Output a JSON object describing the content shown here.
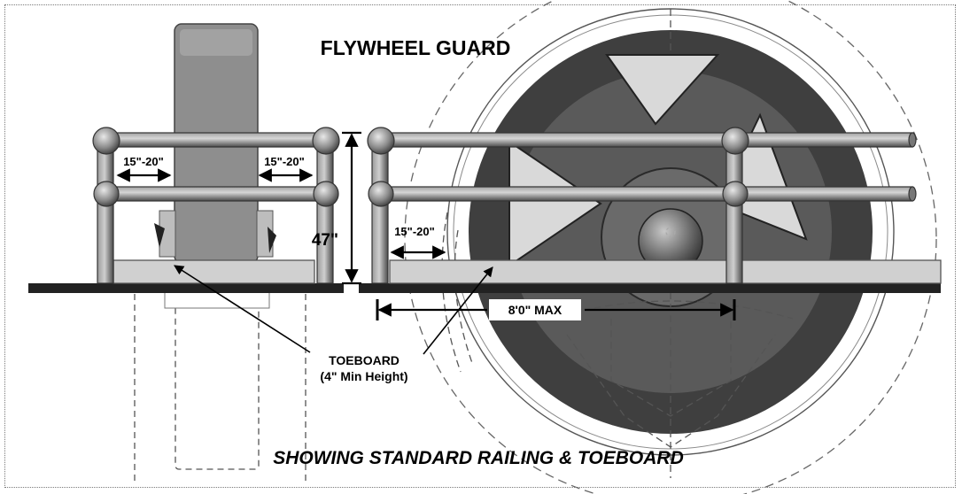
{
  "title": "FLYWHEEL GUARD",
  "caption": "SHOWING STANDARD RAILING & TOEBOARD",
  "dimensions": {
    "post_gap_left": "15\"-20\"",
    "post_gap_right": "15\"-20\"",
    "post_gap_guard": "15\"-20\"",
    "rail_height": "47\"",
    "post_spacing": "8'0\" MAX"
  },
  "callout": {
    "line1": "TOEBOARD",
    "line2": "(4\" Min Height)"
  },
  "colors": {
    "ink": "#000000",
    "wheel_dark": "#3d3d3d",
    "wheel_mid": "#8a8a8a",
    "spoke_window": "#d9d9d9",
    "pipe": "#6b6b6b",
    "toeboard": "#cfcfcf",
    "frame_border": "#7a7a7a"
  }
}
